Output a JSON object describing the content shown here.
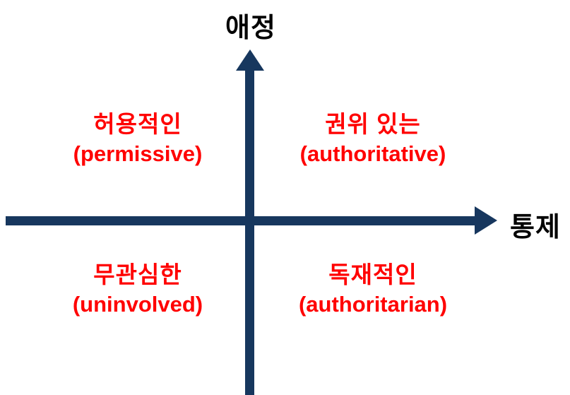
{
  "diagram": {
    "type": "quadrant",
    "colors": {
      "axis": "#17375e",
      "quadrant_label": "#ff0000",
      "axis_label": "#000000"
    },
    "axes": {
      "y_label": "애정",
      "x_label": "통제"
    },
    "quadrants": [
      {
        "position": "top-left",
        "korean": "허용적인",
        "english": "(permissive)"
      },
      {
        "position": "top-right",
        "korean": "권위 있는",
        "english": "(authoritative)"
      },
      {
        "position": "bottom-left",
        "korean": "무관심한",
        "english": "(uninvolved)"
      },
      {
        "position": "bottom-right",
        "korean": "독재적인",
        "english": "(authoritarian)"
      }
    ]
  }
}
